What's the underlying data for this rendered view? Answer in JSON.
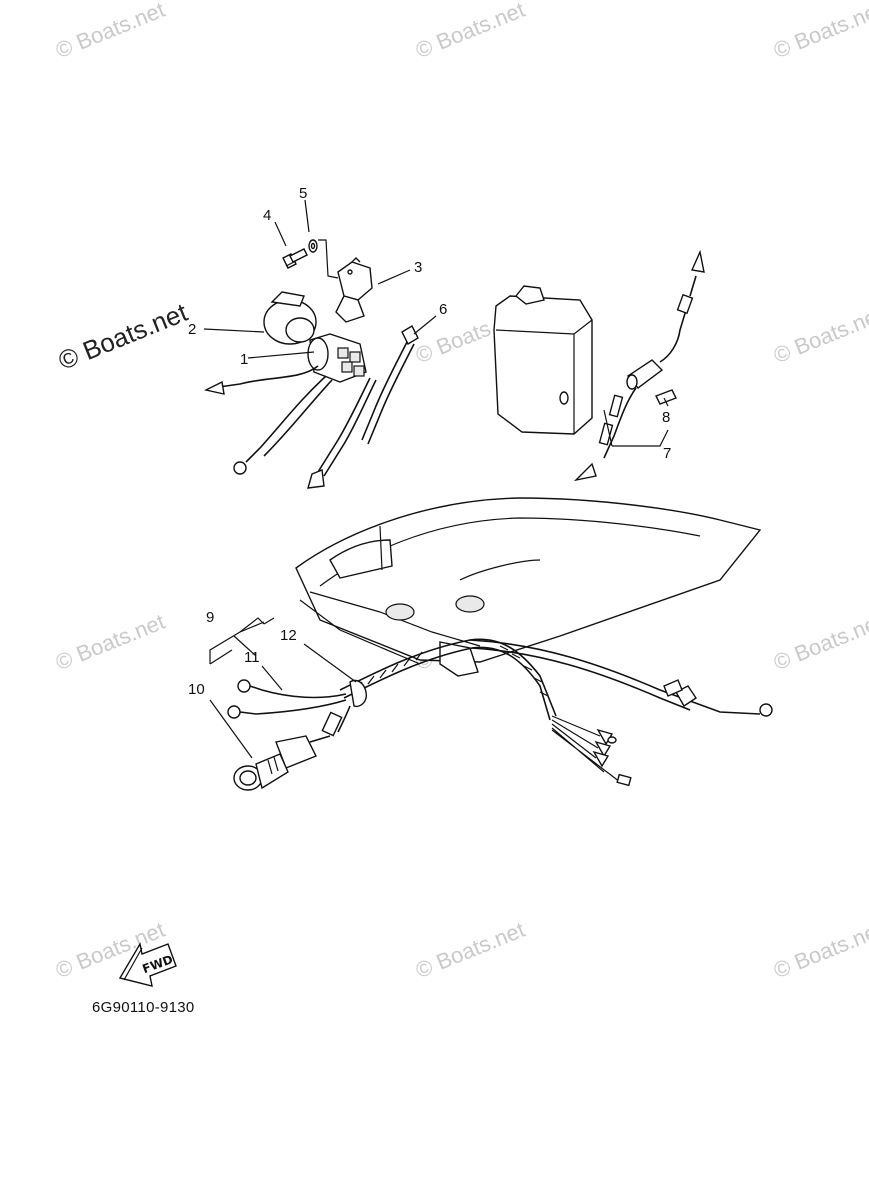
{
  "watermark": {
    "text": "© Boats.net",
    "marks": [
      {
        "name": "watermark-top-left"
      },
      {
        "name": "watermark-top-center"
      },
      {
        "name": "watermark-top-right"
      },
      {
        "name": "watermark-left-bold"
      },
      {
        "name": "watermark-mid-center"
      },
      {
        "name": "watermark-mid-right"
      },
      {
        "name": "watermark-lower-left"
      },
      {
        "name": "watermark-lower-center"
      },
      {
        "name": "watermark-lower-right"
      },
      {
        "name": "watermark-bottom-left"
      },
      {
        "name": "watermark-bottom-center"
      },
      {
        "name": "watermark-bottom-right"
      }
    ]
  },
  "callouts": [
    "1",
    "2",
    "3",
    "4",
    "5",
    "6",
    "7",
    "8",
    "9",
    "10",
    "11",
    "12"
  ],
  "fwd_label": "FWD",
  "diagram_code": "6G90110-9130",
  "icons": [
    "fwd-arrow-icon"
  ]
}
